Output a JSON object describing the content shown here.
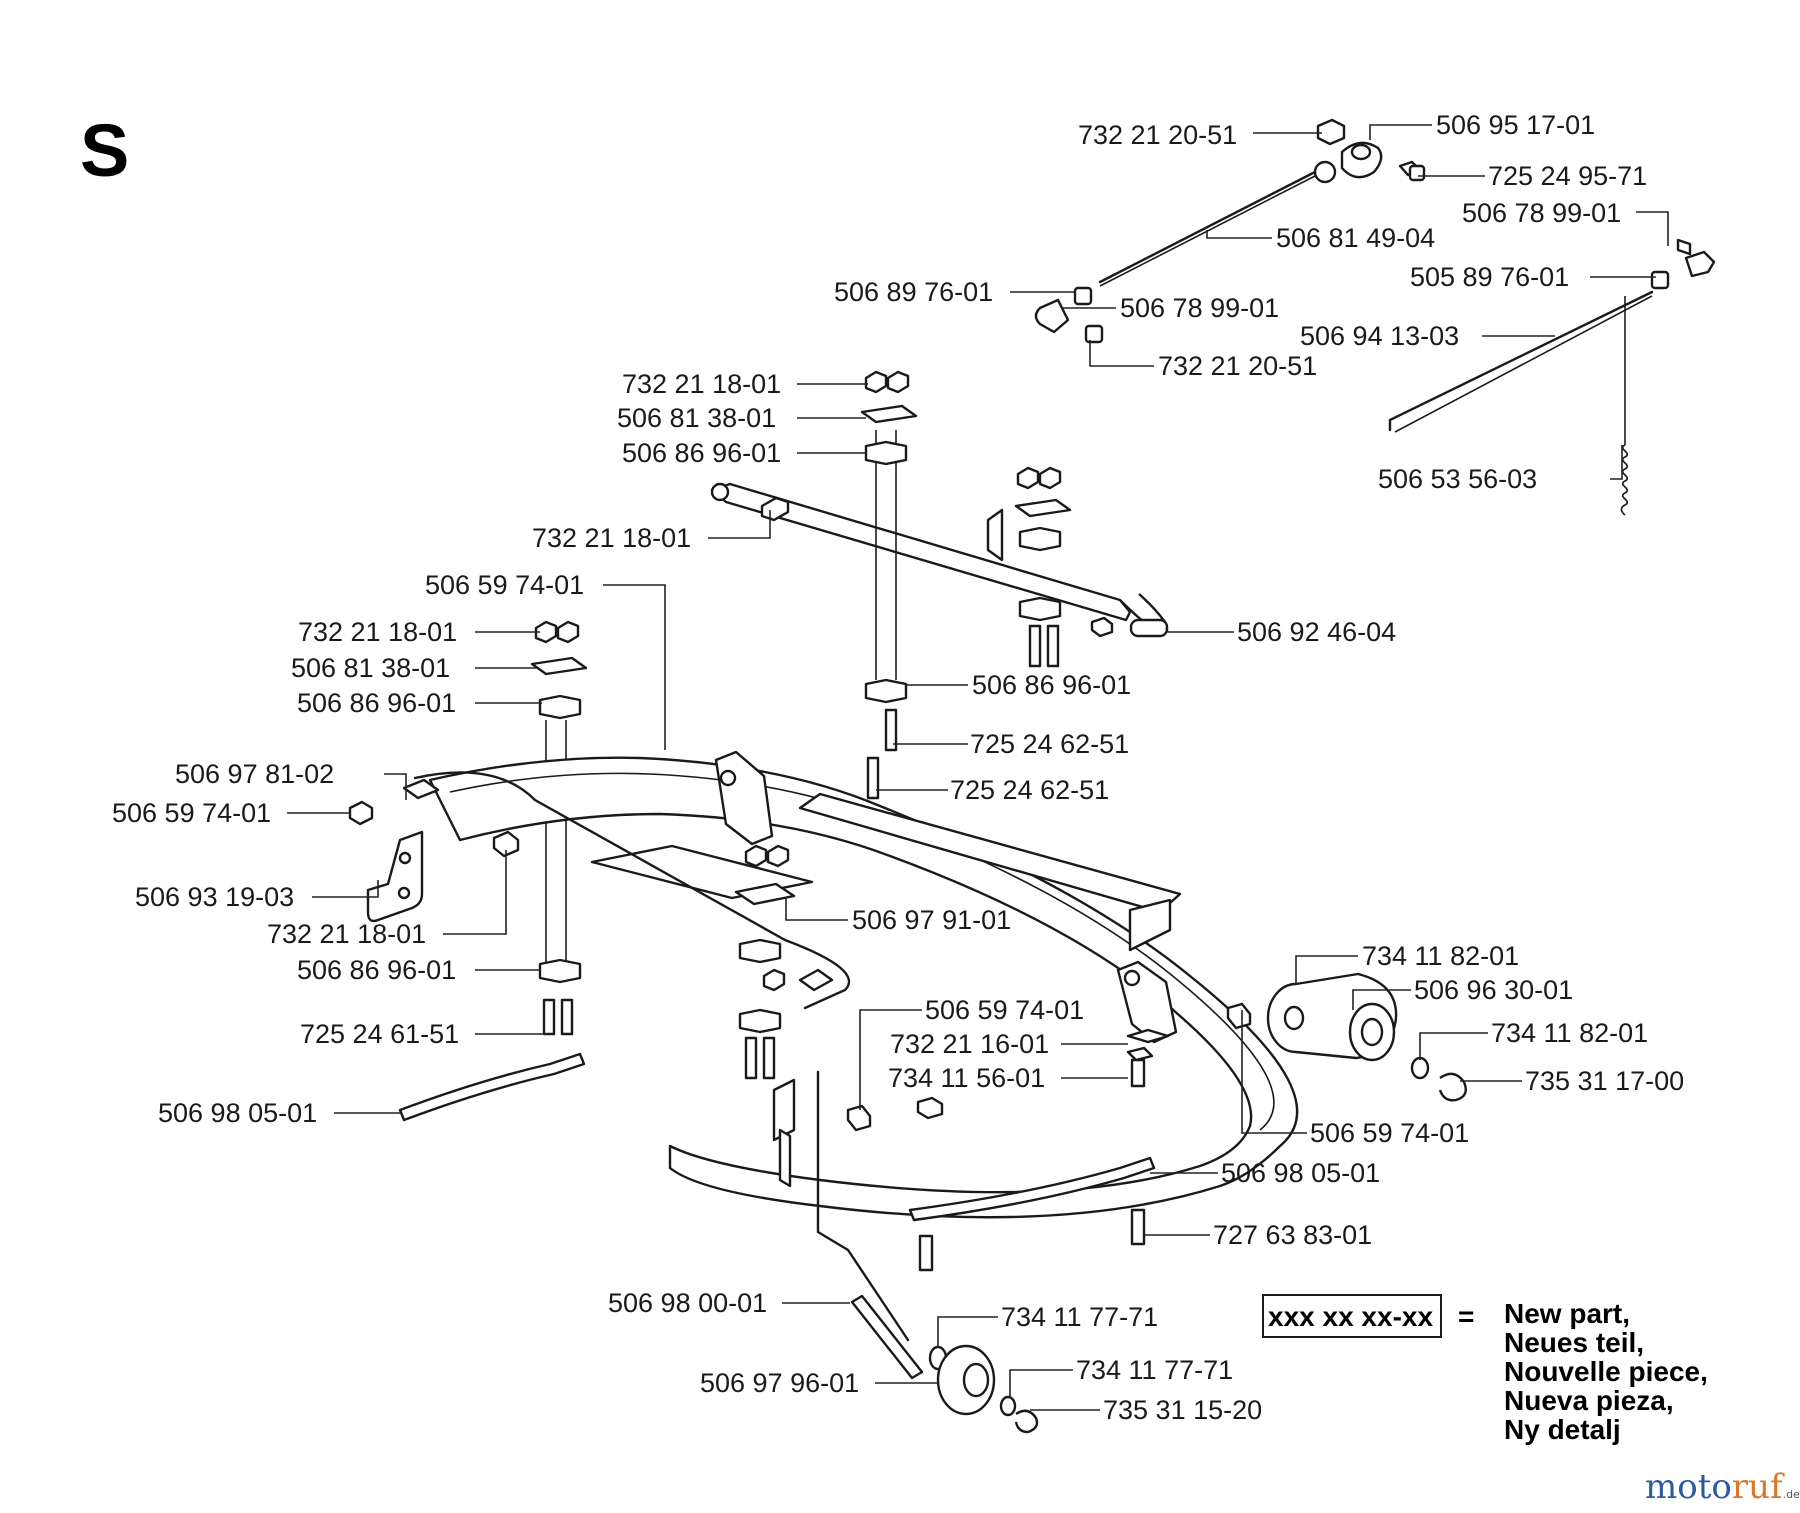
{
  "section_letter": "S",
  "labels": [
    "732 21 20-51",
    "506 95 17-01",
    "725 24 95-71",
    "506 78 99-01",
    "506 81 49-04",
    "505 89 76-01",
    "506 89 76-01",
    "506 78 99-01",
    "506 94 13-03",
    "732 21 20-51",
    "732 21 18-01",
    "506 81 38-01",
    "506 86 96-01",
    "506 53 56-03",
    "732 21 18-01",
    "506 59 74-01",
    "732 21 18-01",
    "506 92 46-04",
    "506 81 38-01",
    "506 86 96-01",
    "506 86 96-01",
    "725 24 62-51",
    "506 97 81-02",
    "725 24 62-51",
    "506 59 74-01",
    "506 93 19-03",
    "506 97 91-01",
    "732 21 18-01",
    "506 86 96-01",
    "734 11 82-01",
    "506 96 30-01",
    "506 59 74-01",
    "734 11 82-01",
    "725 24 61-51",
    "732 21 16-01",
    "735 31 17-00",
    "734 11 56-01",
    "506 98 05-01",
    "506 59 74-01",
    "506 98 05-01",
    "727 63 83-01",
    "506 98 00-01",
    "734 11 77-71",
    "506 97 96-01",
    "734 11 77-71",
    "735 31 15-20"
  ],
  "legend": {
    "code": "xxx xx xx-xx",
    "equals": "=",
    "lines": [
      "New part,",
      "Neues teil,",
      "Nouvelle piece,",
      "Nueva pieza,",
      "Ny detalj"
    ]
  },
  "watermark": {
    "part1": "moto",
    "part2": "ruf",
    "suffix": ".de"
  },
  "colors": {
    "ink": "#1a1a1a",
    "background": "#ffffff",
    "brand_blue": "#2c5aa0",
    "brand_orange": "#d9782a"
  }
}
